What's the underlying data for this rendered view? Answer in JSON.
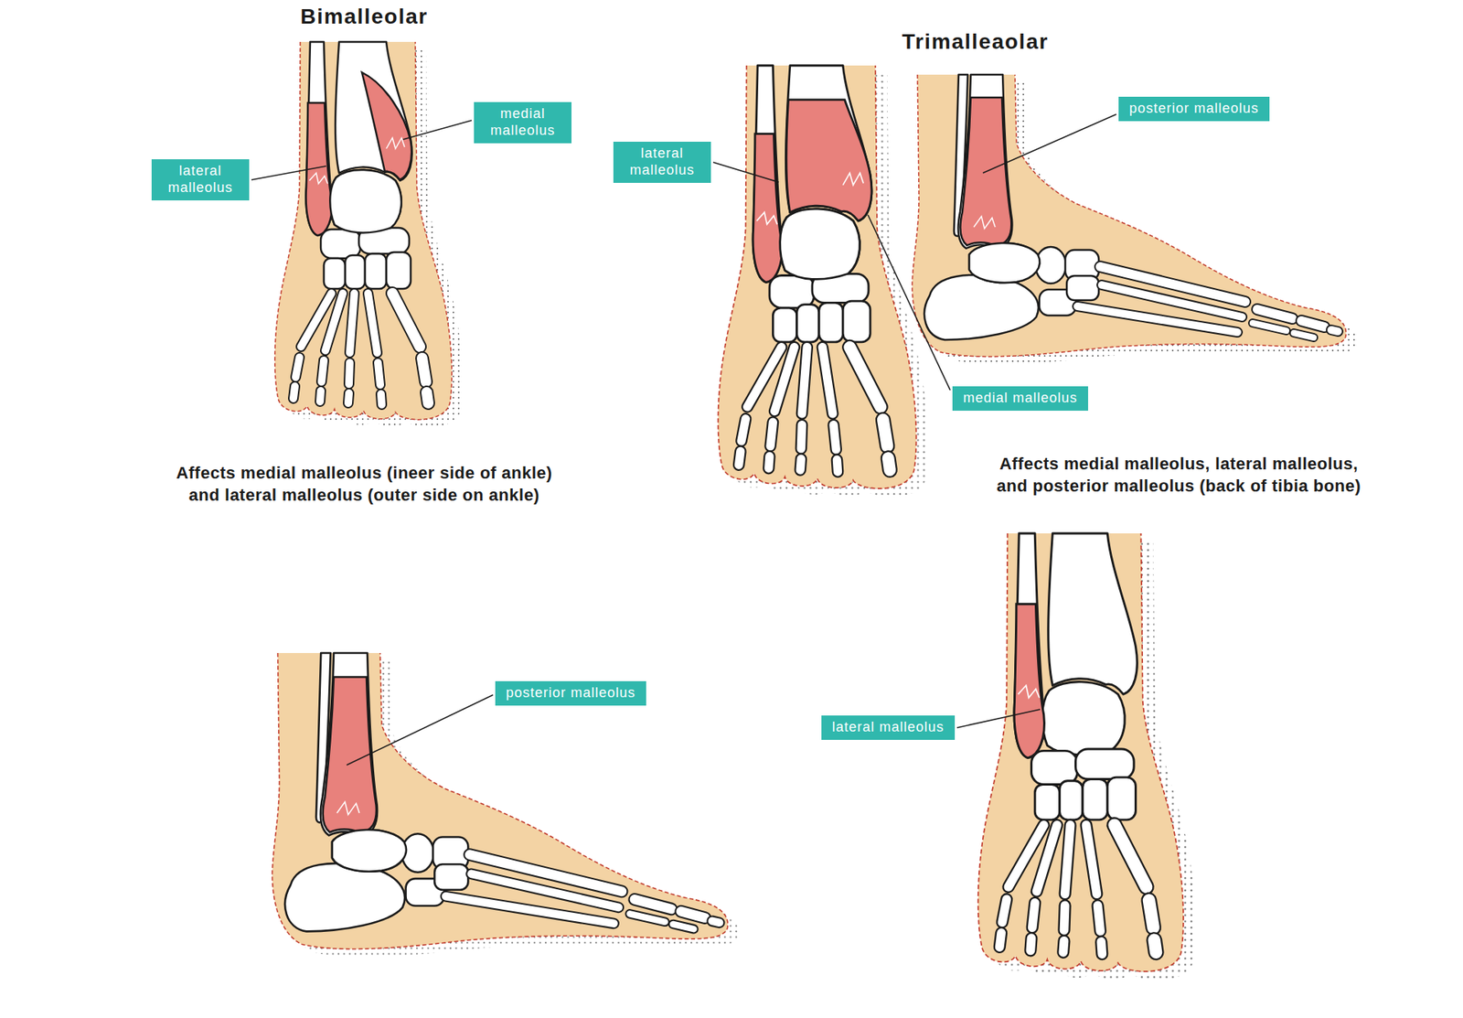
{
  "diagram": {
    "nodes": [
      {
        "text": [
          "medial malleolus"
        ]
      },
      {
        "text": [
          "lateral malleolus"
        ]
      },
      {
        "text": [
          "lateral malleolus"
        ]
      },
      {
        "text": [
          "posterior malleolus"
        ]
      },
      {
        "text": [
          "medial malleolus"
        ]
      },
      {
        "text": [
          "posterior malleolus"
        ]
      },
      {
        "text": [
          "lateral malleolus"
        ]
      }
    ],
    "labels": [
      "Bimalleolar",
      "Trimalleaolar",
      "Affects medial malleolus (ineer side of ankle) and lateral malleolus (outer side on ankle)",
      "Affects medial malleolus, lateral malleolus, and posterior malleolus (back of tibia bone)"
    ]
  }
}
